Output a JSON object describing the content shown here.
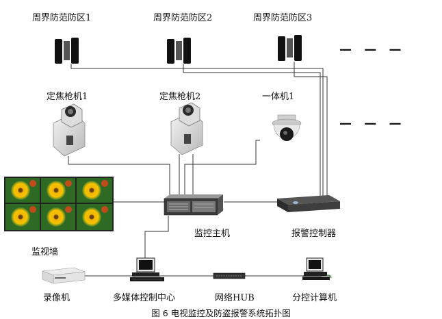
{
  "zones": [
    {
      "label": "周界防范防区1"
    },
    {
      "label": "周界防范防区2"
    },
    {
      "label": "周界防范防区3"
    }
  ],
  "cameras": [
    {
      "label": "定焦枪机1"
    },
    {
      "label": "定焦枪机2"
    },
    {
      "label": "一体机1"
    }
  ],
  "devices": {
    "monitor_wall": "监视墙",
    "monitor_host": "监控主机",
    "alarm_controller": "报警控制器",
    "recorder": "录像机",
    "multimedia_center": "多媒体控制中心",
    "hub": "网络HUB",
    "sub_control": "分控计算机"
  },
  "ellipsis": "— — —",
  "caption": "图 6 电视监控及防盗报警系统拓扑图"
}
